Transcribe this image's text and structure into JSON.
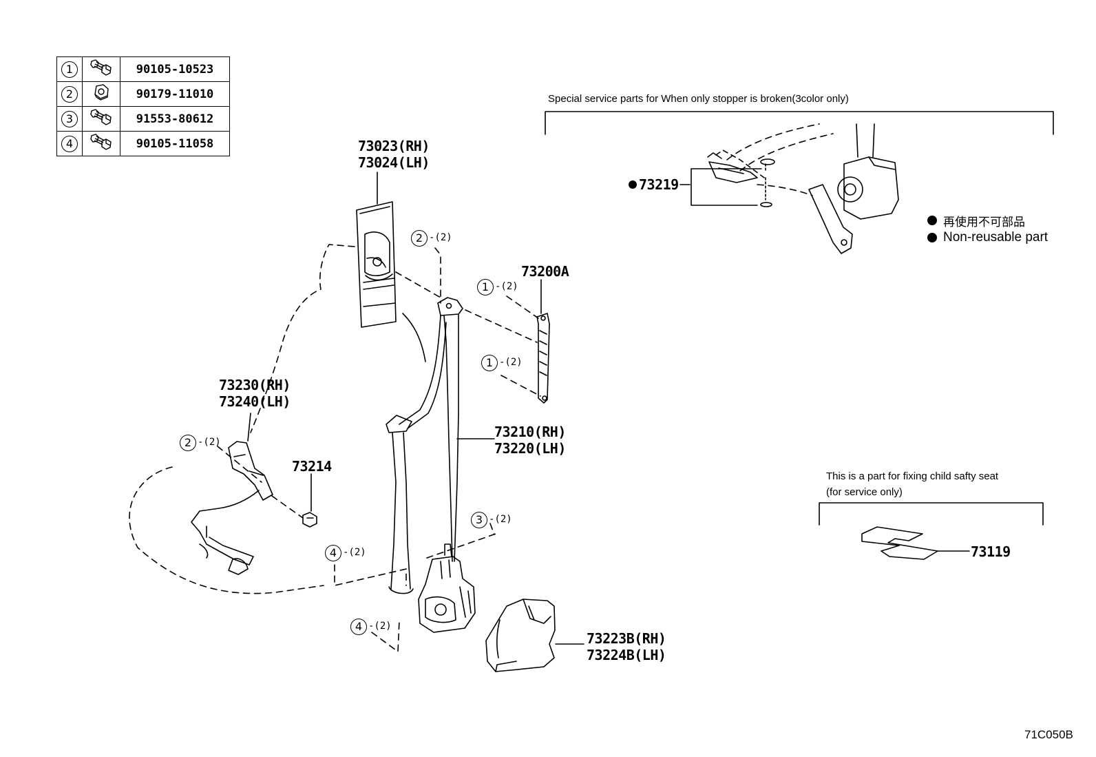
{
  "fastener_table": [
    {
      "ref": "1",
      "icon": "bolt-icon",
      "part": "90105-10523"
    },
    {
      "ref": "2",
      "icon": "nut-icon",
      "part": "90179-11010"
    },
    {
      "ref": "3",
      "icon": "bolt-icon",
      "part": "91553-80612"
    },
    {
      "ref": "4",
      "icon": "bolt-icon",
      "part": "90105-11058"
    }
  ],
  "parts": {
    "p73023": "73023(RH)",
    "p73024": "73024(LH)",
    "p73230": "73230(RH)",
    "p73240": "73240(LH)",
    "p73214": "73214",
    "p73200A": "73200A",
    "p73210": "73210(RH)",
    "p73220": "73220(LH)",
    "p73223B": "73223B(RH)",
    "p73224B": "73224B(LH)",
    "p73219": "73219",
    "p73119": "73119"
  },
  "callouts": [
    {
      "ref": "2",
      "qty": "-(2)"
    },
    {
      "ref": "1",
      "qty": "-(2)"
    },
    {
      "ref": "1",
      "qty": "-(2)"
    },
    {
      "ref": "2",
      "qty": "-(2)"
    },
    {
      "ref": "3",
      "qty": "-(2)"
    },
    {
      "ref": "4",
      "qty": "-(2)"
    },
    {
      "ref": "4",
      "qty": "-(2)"
    }
  ],
  "notes": {
    "special_service": "Special service parts for When only stopper is broken(3color only)",
    "child_seat_line1": "This is a part for fixing child safty seat",
    "child_seat_line2": "(for service only)"
  },
  "legend": {
    "jp": "再使用不可部品",
    "en": "Non-reusable part"
  },
  "diagram_code": "71C050B"
}
